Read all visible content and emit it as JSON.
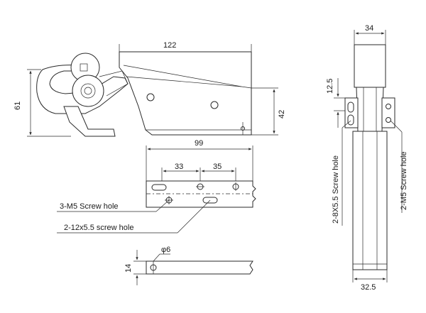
{
  "side_view": {
    "dim_length": "122",
    "dim_height_total": "61",
    "dim_height_body": "42"
  },
  "top_view": {
    "dim_span": "99",
    "dim_pitch_left": "33",
    "dim_pitch_right": "35",
    "label_m5": "3-M5  Screw hole",
    "label_slot": "2-12x5.5  screw hole"
  },
  "bottom_view": {
    "dim_hole_dia": "φ6",
    "dim_height": "14"
  },
  "end_view": {
    "dim_width_top": "34",
    "dim_offset": "12.5",
    "dim_width_bottom": "32.5",
    "label_slot": "2-8X5.5  Screw hole",
    "label_m5": "2-M5  Screw hole"
  }
}
